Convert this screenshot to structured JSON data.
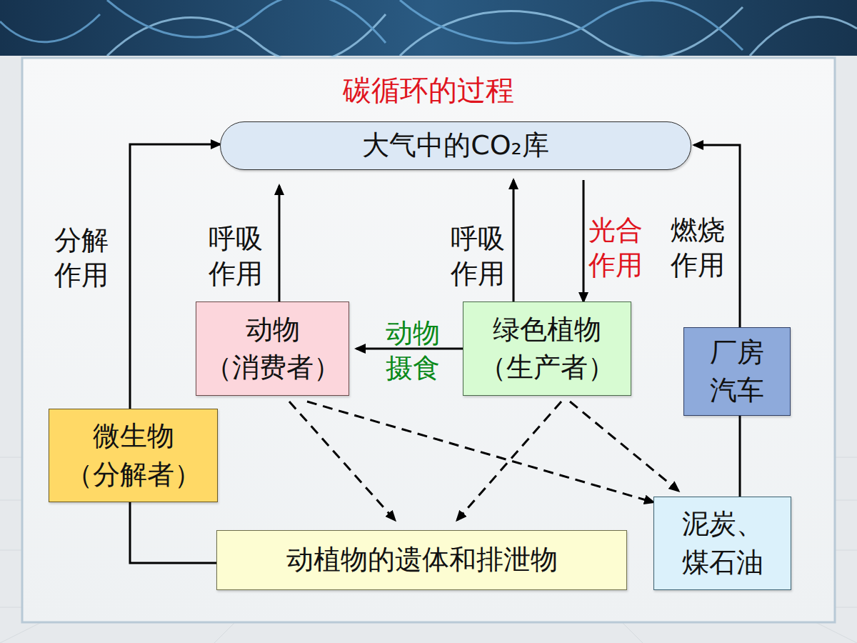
{
  "diagram": {
    "title": "碳循环的过程",
    "nodes": [
      {
        "text": [
          "大气中的CO₂库"
        ]
      },
      {
        "text": [
          "动物 （消费者）"
        ]
      },
      {
        "text": [
          "绿色植物 （生产者）"
        ]
      },
      {
        "text": [
          "厂房 汽车"
        ]
      },
      {
        "text": [
          "微生物 （分解者）"
        ]
      },
      {
        "text": [
          "泥炭、 煤石油"
        ]
      },
      {
        "text": [
          "动植物的遗体和排泄物"
        ]
      }
    ],
    "edges": [
      {
        "from": 1,
        "to": 0,
        "label": "呼吸 作用",
        "arrow": "to"
      },
      {
        "from": 2,
        "to": 0,
        "label": "呼吸 作用",
        "arrow": "to"
      },
      {
        "from": 0,
        "to": 2,
        "label": "光合 作用",
        "arrow": "to"
      },
      {
        "from": 2,
        "to": 1,
        "label": "动物 摄食",
        "arrow": "to"
      },
      {
        "from": 4,
        "to": 0,
        "label": "分解 作用",
        "arrow": "to"
      },
      {
        "from": 6,
        "to": 4,
        "arrow": "none"
      },
      {
        "from": 3,
        "to": 0,
        "label": "燃烧 作用",
        "arrow": "to"
      },
      {
        "from": 5,
        "to": 3,
        "arrow": "none"
      },
      {
        "from": 1,
        "to": 6,
        "arrow": "to"
      },
      {
        "from": 1,
        "to": 5,
        "arrow": "to"
      },
      {
        "from": 2,
        "to": 6,
        "arrow": "to"
      },
      {
        "from": 2,
        "to": 5,
        "arrow": "to"
      }
    ]
  }
}
